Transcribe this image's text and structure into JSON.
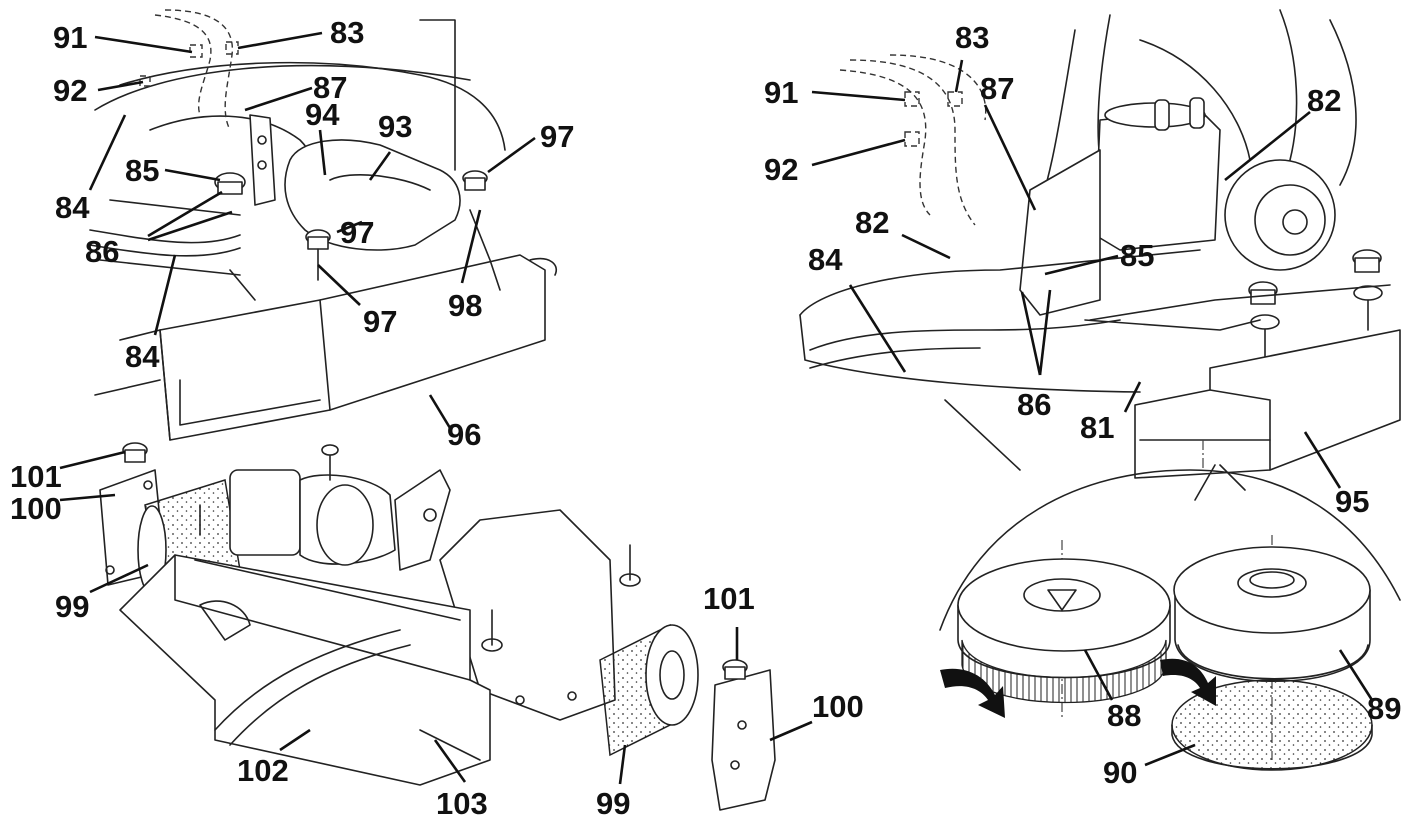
{
  "callouts": {
    "top_left": [
      "91",
      "83",
      "92",
      "87",
      "94",
      "93",
      "97",
      "85",
      "84",
      "86",
      "97",
      "84",
      "97",
      "98",
      "96"
    ],
    "top_right": [
      "83",
      "91",
      "87",
      "82",
      "92",
      "82",
      "84",
      "85",
      "86",
      "81",
      "95"
    ],
    "bottom_left": [
      "101",
      "100",
      "99",
      "102",
      "103",
      "99",
      "101",
      "100"
    ],
    "bottom_right": [
      "88",
      "89",
      "90"
    ]
  }
}
